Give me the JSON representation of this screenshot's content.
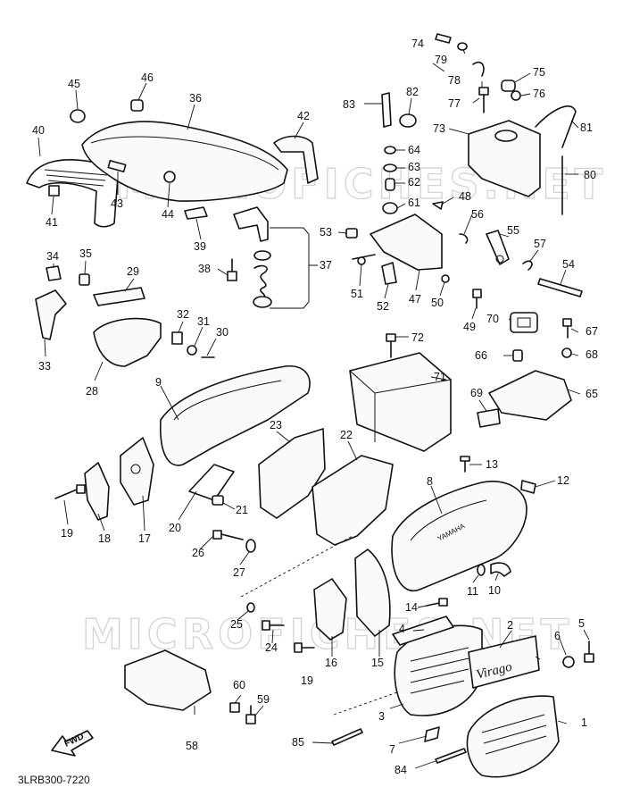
{
  "diagram": {
    "code": "3LRB300-7220",
    "fwd_label": "FWD",
    "watermarks": [
      "MICROFICHES.NET",
      "MICROFICHES.NET"
    ],
    "part_text": {
      "yamaha": "YAMAHA",
      "virago": "Virago"
    },
    "parts": {
      "p1": "1",
      "p2": "2",
      "p3": "3",
      "p4": "4",
      "p5": "5",
      "p6": "6",
      "p7": "7",
      "p8": "8",
      "p9": "9",
      "p10": "10",
      "p11": "11",
      "p12": "12",
      "p13": "13",
      "p14": "14",
      "p15": "15",
      "p16": "16",
      "p17": "17",
      "p18": "18",
      "p19": "19",
      "p20": "20",
      "p21": "21",
      "p22": "22",
      "p23": "23",
      "p24": "24",
      "p25": "25",
      "p26": "26",
      "p27": "27",
      "p28": "28",
      "p29": "29",
      "p30": "30",
      "p31": "31",
      "p32": "32",
      "p33": "33",
      "p34": "34",
      "p35": "35",
      "p36": "36",
      "p37": "37",
      "p38": "38",
      "p39": "39",
      "p40": "40",
      "p41": "41",
      "p42": "42",
      "p43": "43",
      "p44": "44",
      "p45": "45",
      "p46": "46",
      "p47": "47",
      "p48": "48",
      "p49": "49",
      "p50": "50",
      "p51": "51",
      "p52": "52",
      "p53": "53",
      "p54": "54",
      "p55": "55",
      "p56": "56",
      "p57": "57",
      "p58": "58",
      "p59": "59",
      "p60": "60",
      "p61": "61",
      "p62": "62",
      "p63": "63",
      "p64": "64",
      "p65": "65",
      "p66": "66",
      "p67": "67",
      "p68": "68",
      "p69": "69",
      "p70": "70",
      "p71": "71",
      "p72": "72",
      "p73": "73",
      "p74": "74",
      "p75": "75",
      "p76": "76",
      "p77": "77",
      "p78": "78",
      "p79": "79",
      "p80": "80",
      "p81": "81",
      "p82": "82",
      "p83": "83",
      "p84": "84",
      "p85": "85"
    }
  }
}
